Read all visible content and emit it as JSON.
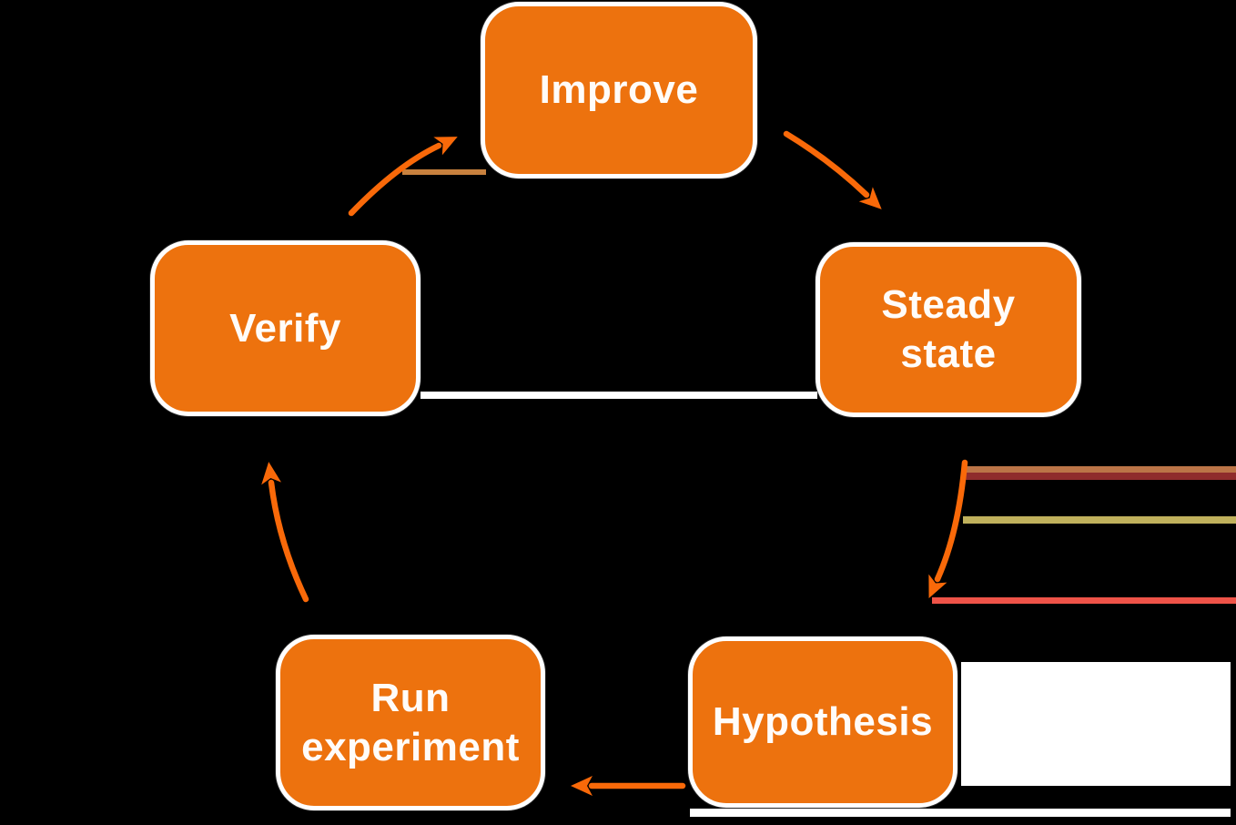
{
  "diagram": {
    "type": "cycle",
    "nodes": [
      {
        "id": "improve",
        "label": "Improve"
      },
      {
        "id": "steady-state",
        "label": "Steady\nstate"
      },
      {
        "id": "hypothesis",
        "label": "Hypothesis"
      },
      {
        "id": "run-experiment",
        "label": "Run\nexperiment"
      },
      {
        "id": "verify",
        "label": "Verify"
      }
    ],
    "edges": [
      {
        "from": "improve",
        "to": "steady-state"
      },
      {
        "from": "steady-state",
        "to": "hypothesis"
      },
      {
        "from": "hypothesis",
        "to": "run-experiment"
      },
      {
        "from": "run-experiment",
        "to": "verify"
      },
      {
        "from": "verify",
        "to": "improve"
      }
    ]
  },
  "colors": {
    "background": "#000000",
    "node_fill": "#ED720E",
    "node_border": "#FFFFFF",
    "node_text": "#FFFCF9",
    "arrow": "#F96909",
    "streak_orange": "#C8813E",
    "stripe_tan": "#BB7447",
    "stripe_dark_red": "#8F2C2C",
    "stripe_khaki": "#C0B15C",
    "stripe_salmon": "#EF5348",
    "white_patch": "#FFFFFF"
  }
}
